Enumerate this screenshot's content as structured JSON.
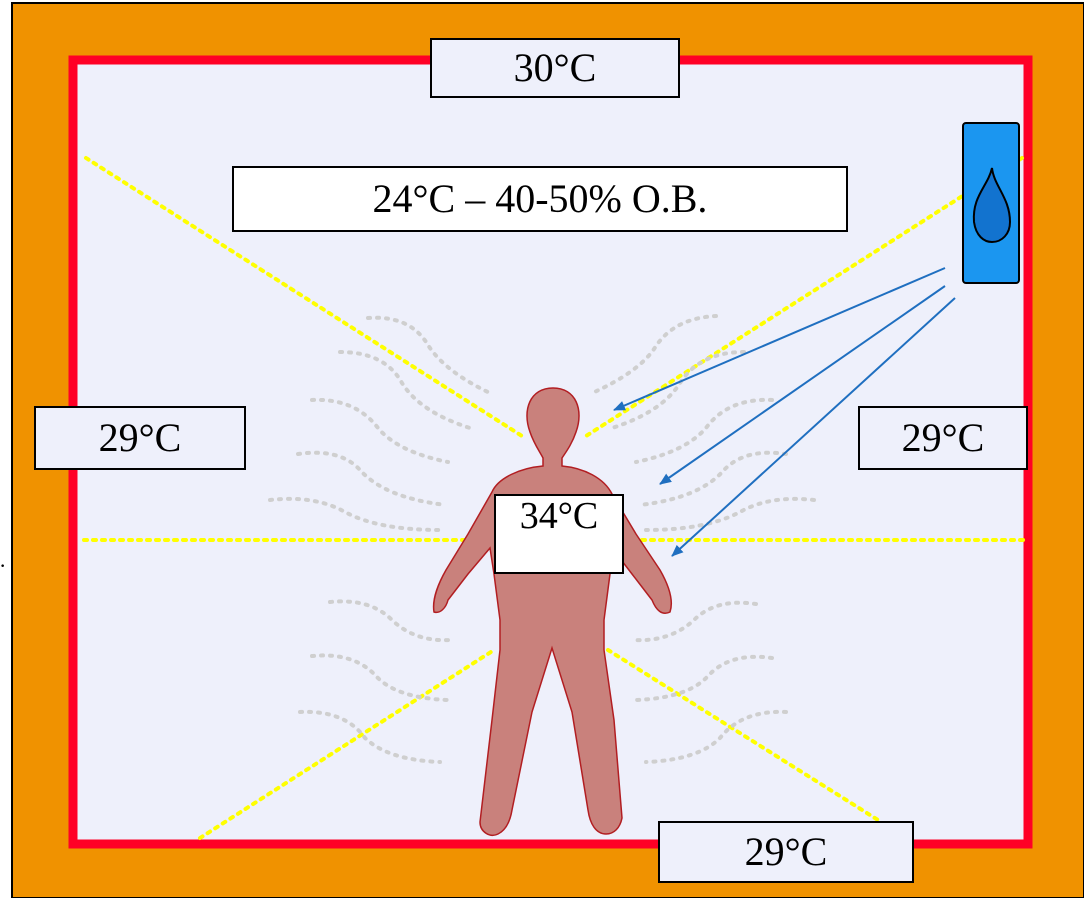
{
  "diagram": {
    "colors": {
      "wall_outer": "#f09200",
      "wall_inner": "#ff0026",
      "room_fill": "#eef0fb",
      "heat_rays": "#ffff00",
      "body_heat": "#cfcfcf",
      "body_fill": "#c9817c",
      "body_outline": "#b21e22",
      "humidifier": "#1b96f0",
      "water_drop": "#1273cf",
      "humidity_arrows": "#1f6fc0"
    },
    "icons": {
      "person": "person-silhouette-icon",
      "humidifier": "humidifier-icon",
      "drop": "water-drop-icon"
    },
    "labels": {
      "top_wall": "30°C",
      "ambient": "24°C – 40-50% O.B.",
      "left_wall": "29°C",
      "right_wall": "29°C",
      "floor": "29°C",
      "body": "34°C"
    }
  }
}
